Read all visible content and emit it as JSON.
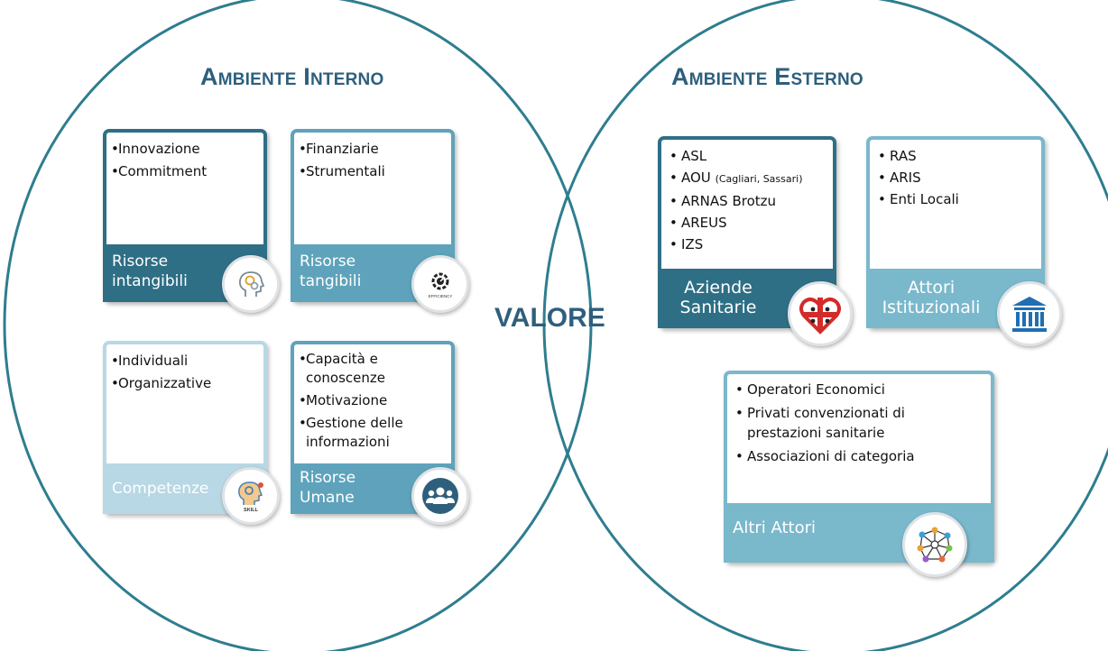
{
  "diagram": {
    "headings": {
      "internal": "Ambiente Interno",
      "external": "Ambiente Esterno",
      "center": "VALORE"
    },
    "internal_cards": [
      {
        "items": [
          "Innovazione",
          "Commitment"
        ],
        "footer": "Risorse intangibili",
        "icon": "gears-in-head-icon"
      },
      {
        "items": [
          "Finanziarie",
          "Strumentali"
        ],
        "footer": "Risorse tangibili",
        "icon": "efficiency-gauge-icon",
        "icon_text": "EFFICIENCY"
      },
      {
        "items": [
          "Individuali",
          "Organizzative"
        ],
        "footer": "Competenze",
        "icon": "skill-head-icon",
        "icon_text": "SKILL"
      },
      {
        "items": [
          "Capacità e conoscenze",
          "Motivazione",
          "Gestione delle informazioni"
        ],
        "footer": "Risorse Umane",
        "icon": "people-group-icon"
      }
    ],
    "external_cards": [
      {
        "items": [
          "ASL",
          "AOU",
          "ARNAS Brotzu",
          "AREUS",
          "IZS"
        ],
        "aou_note": "(Cagliari, Sassari)",
        "footer": "Aziende Sanitarie",
        "icon": "health-cross-heart-icon"
      },
      {
        "items": [
          "RAS",
          "ARIS",
          "Enti Locali"
        ],
        "footer": "Attori Istituzionali",
        "icon": "institution-building-icon"
      },
      {
        "items": [
          "Operatori Economici",
          "Privati convenzionati di prestazioni sanitarie",
          "Associazioni di categoria"
        ],
        "footer": "Altri Attori",
        "icon": "network-people-icon"
      }
    ],
    "colors": {
      "circle_stroke": "#2e7d8f",
      "heading": "#2e5f7c",
      "dark_teal": "#2e6f86",
      "mid_teal": "#5ea3bb",
      "light_teal": "#b7d8e4",
      "alt_teal": "#7ab8cc"
    }
  }
}
